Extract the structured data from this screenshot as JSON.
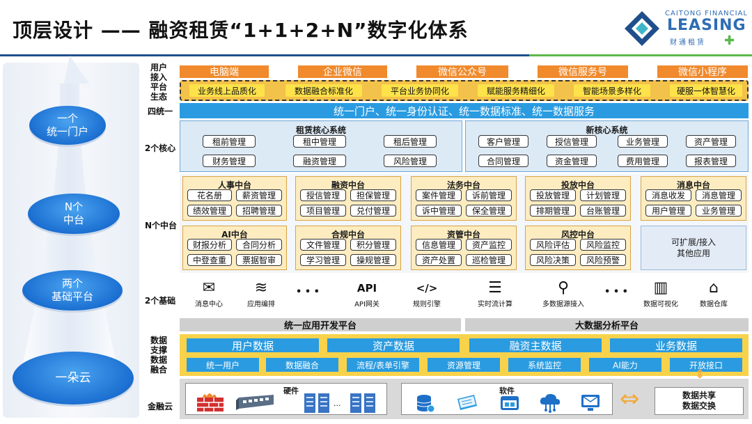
{
  "header": {
    "title": "顶层设计 —— 融资租赁“1+1+2+N”数字化体系",
    "logo_small": "CAITONG FINANCIAL",
    "logo_big": "LEASING",
    "logo_cn": "财通租赁",
    "logo_plus": "✚"
  },
  "pyramid": {
    "level1": "一个\n统一门户",
    "level2": "N个\n中台",
    "level3": "两个\n基础平台",
    "level4": "一朵云"
  },
  "labels": {
    "user": "用户\n接入\n平台\n生态",
    "four": "四统一",
    "core": "2个核心",
    "mid": "N个中台",
    "base": "2个基础",
    "data": "数据\n支撑\n数据\n融合",
    "cloud": "金融云"
  },
  "channels": [
    "电脑端",
    "企业微信",
    "微信公众号",
    "微信服务号",
    "微信小程序"
  ],
  "eco": [
    "业务线上品质化",
    "数据融合标准化",
    "平台业务协同化",
    "赋能服务精细化",
    "智能场景多样化",
    "硬服一体智慧化"
  ],
  "unify": "统一门户、统一身份认证、统一数据标准、统一数据服务",
  "core_left": {
    "title": "租赁核心系统",
    "items": [
      "租前管理",
      "租中管理",
      "租后管理",
      "财务管理",
      "融资管理",
      "风险管理"
    ]
  },
  "core_right": {
    "title": "新核心系统",
    "items": [
      "客户管理",
      "授信管理",
      "业务管理",
      "资产管理",
      "合同管理",
      "资金管理",
      "费用管理",
      "报表管理"
    ]
  },
  "mids": [
    {
      "title": "人事中台",
      "items": [
        "花名册",
        "薪资管理",
        "绩效管理",
        "招聘管理"
      ]
    },
    {
      "title": "融资中台",
      "items": [
        "授信管理",
        "担保管理",
        "项目管理",
        "兑付管理"
      ]
    },
    {
      "title": "法务中台",
      "items": [
        "案件管理",
        "诉前管理",
        "诉中管理",
        "保全管理"
      ]
    },
    {
      "title": "投放中台",
      "items": [
        "投放管理",
        "计划管理",
        "排期管理",
        "台账管理"
      ]
    },
    {
      "title": "消息中台",
      "items": [
        "消息收发",
        "消息管理",
        "用户管理",
        "业务管理"
      ]
    },
    {
      "title": "AI中台",
      "items": [
        "财报分析",
        "合同分析",
        "中登查重",
        "票据智审"
      ]
    },
    {
      "title": "合规中台",
      "items": [
        "文件管理",
        "积分管理",
        "学习管理",
        "操规管理"
      ]
    },
    {
      "title": "资管中台",
      "items": [
        "信息管理",
        "资产监控",
        "资产处置",
        "巡检管理"
      ]
    },
    {
      "title": "风控中台",
      "items": [
        "风险评估",
        "风险监控",
        "风险决策",
        "风险预警"
      ]
    }
  ],
  "extensible": "可扩展/接入\n其他应用",
  "base_icons": [
    {
      "icon": "message-icon",
      "glyph": "✉",
      "label": "消息中心"
    },
    {
      "icon": "layers-icon",
      "glyph": "≋",
      "label": "应用编排"
    },
    {
      "icon": "api-icon",
      "glyph": "API",
      "label": "API网关"
    },
    {
      "icon": "code-icon",
      "glyph": "</>",
      "label": "规则引擎"
    },
    {
      "icon": "server-icon",
      "glyph": "☰",
      "label": "实时流计算"
    },
    {
      "icon": "network-icon",
      "glyph": "⚲",
      "label": "多数据源接入"
    },
    {
      "icon": "bar-chart-icon",
      "glyph": "▥",
      "label": "数据可视化"
    },
    {
      "icon": "warehouse-icon",
      "glyph": "⌂",
      "label": "数据仓库"
    }
  ],
  "ellipsis": "• • •",
  "platforms": [
    "统一应用开发平台",
    "大数据分析平台"
  ],
  "data_row1": [
    "用户数据",
    "资产数据",
    "融资主数据",
    "业务数据"
  ],
  "data_row2": [
    "统一用户",
    "数据融合",
    "流程/表单引擎",
    "资源管理",
    "系统监控",
    "AI能力",
    "开放接口"
  ],
  "cloud": {
    "hardware": "硬件",
    "software": "软件",
    "dots": "...",
    "share": "数据共享\n数据交换",
    "arrow": "⇔",
    "updown": "⇕"
  },
  "colors": {
    "orange": "#f08a2c",
    "blue": "#2a9be0",
    "yellow": "#f8d24a",
    "navy": "#1f4e8c",
    "green": "#5bb84b"
  }
}
